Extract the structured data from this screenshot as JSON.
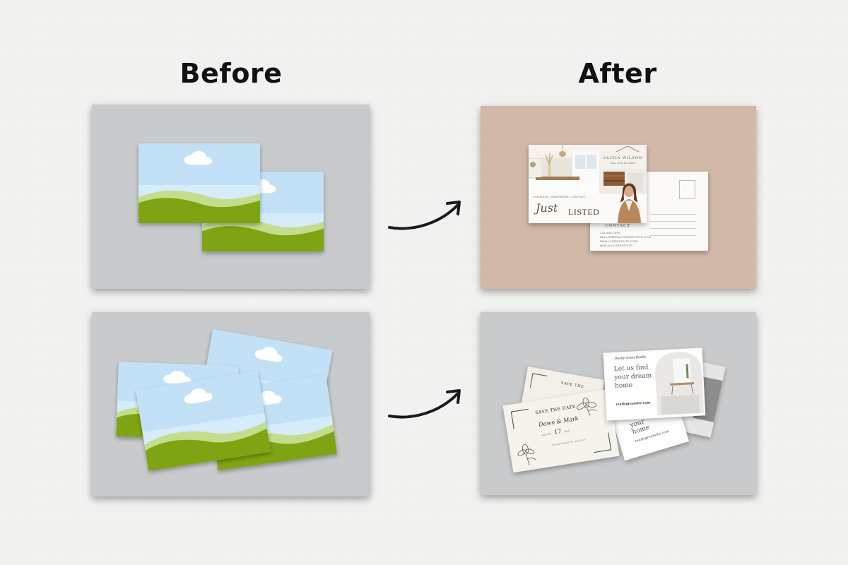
{
  "headings": {
    "before": "Before",
    "after": "After"
  },
  "listing_postcard": {
    "agent_name": "OLIVIA WILSON",
    "agent_title": "REAL ESTATE AGENT",
    "details": "4 BEDROOM | 3 BATHROOM | 1,800 SQFT",
    "script_word": "Just",
    "headline_word": "LISTED",
    "contact_heading": "CONTACT",
    "contact_lines": [
      "123-456-7890",
      "HELLO@REALLYGREATSITE.COM",
      "REALLYGREATSITE.COM",
      "@REALLYGREATSITE"
    ]
  },
  "wedding_card": {
    "title": "SAVE THE DATE",
    "names": "Dawn & Mark",
    "date_day": "17",
    "date_lines": [
      "AUGUST",
      "2025"
    ],
    "address": "123 ANYWHERE ST., ANY CITY",
    "back_title": "SAVE THE"
  },
  "realty_card": {
    "brand": "Really Great Realty",
    "headline": "Let us find your dream home",
    "url": "reallygreatsite.com",
    "back_text": "your home",
    "back_url": "reallygreatsite.com"
  },
  "colors": {
    "background": "#f3f3f1",
    "panel_gray": "#c8cacc",
    "panel_tan": "#d2b8a8",
    "sky": "#d5ecfb",
    "grass_dark": "#7ea413",
    "grass_light": "#c4dd8c"
  }
}
